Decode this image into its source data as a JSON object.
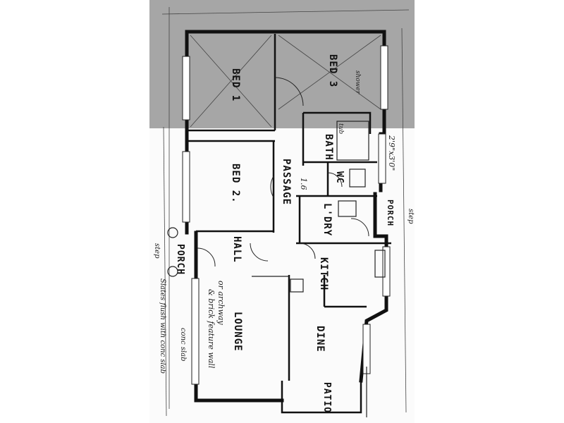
{
  "rooms": {
    "bed1": "BED 1",
    "bed3": "BED 3",
    "bath": "BATH",
    "bed2": "BED 2.",
    "passage": "PASSAGE",
    "wc": "WC",
    "ldry": "L'DRY",
    "porch_right": "PORCH",
    "porch_left": "PORCH",
    "hall": "HALL",
    "kitch": "KITCH",
    "lounge": "LOUNGE",
    "dine": "DINE",
    "patio": "PATIO"
  },
  "notes": {
    "window_size": "2'9\"x3'0\"",
    "dim_16": "1.6",
    "step_right": "step",
    "step_left": "step",
    "arch": "or archway",
    "feature_wall": "& brick feature wall",
    "conc_slab": "conc slab",
    "slates": "Slates flush with conc slab",
    "shower": "shower",
    "tub": "tub"
  },
  "colors": {
    "paper": "#fbfbfb",
    "paper_shadow": "#a6a6a6",
    "ink": "#111111"
  }
}
